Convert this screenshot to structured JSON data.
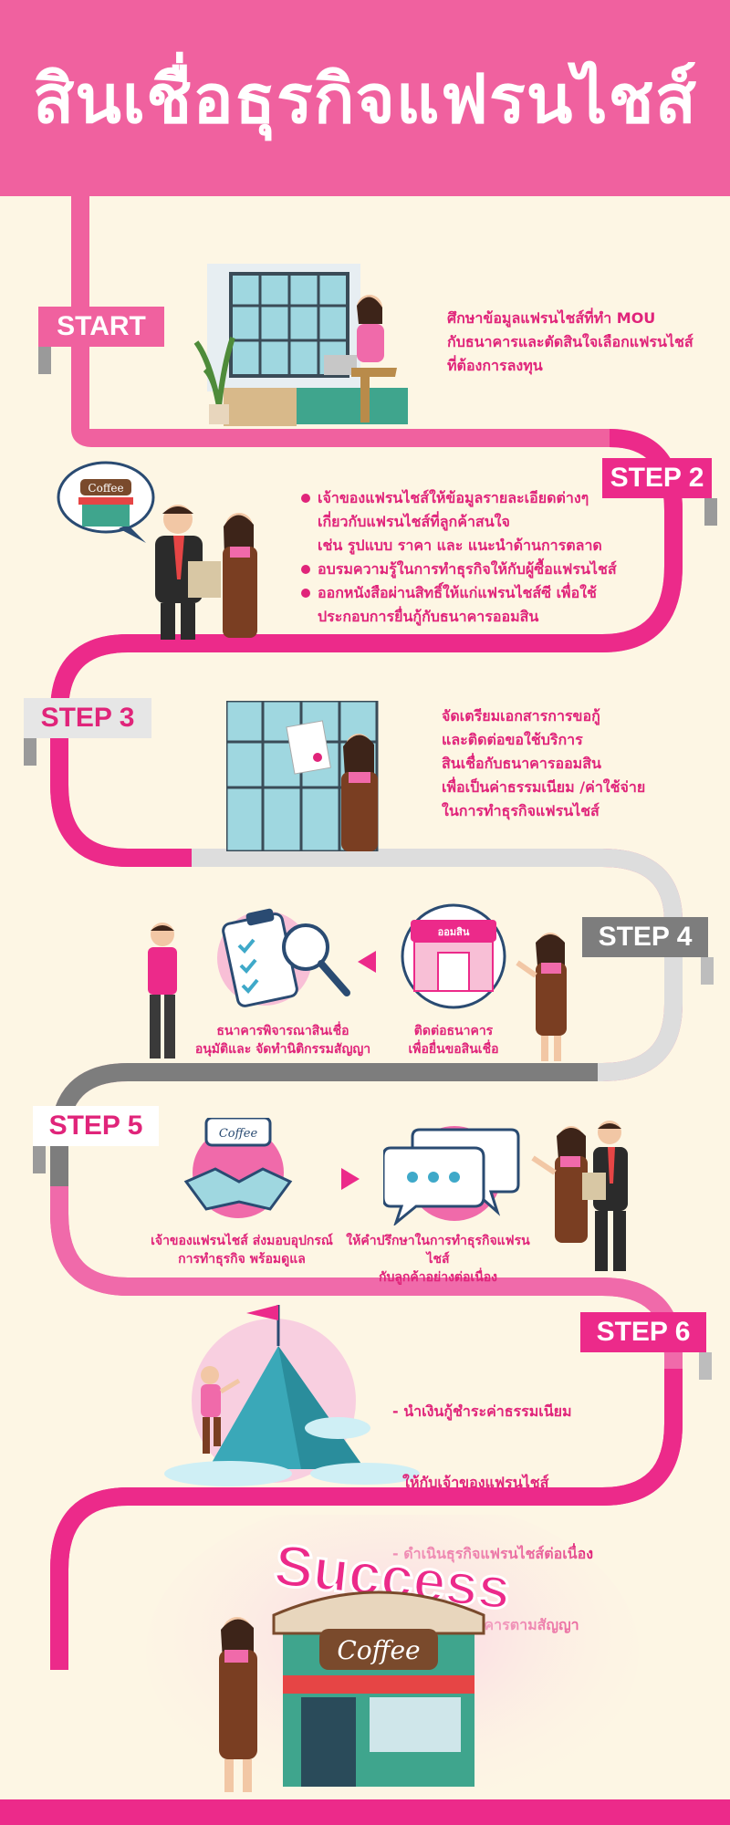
{
  "title": "สินเชื่อธุรกิจแฟรนไชส์",
  "colors": {
    "pink": "#f0619f",
    "magenta": "#e0247a",
    "hotpink": "#ec2a8a",
    "gray": "#7d7d7d",
    "lightgray": "#dddddd",
    "cream": "#fdf6e4"
  },
  "steps": {
    "start": {
      "label": "START",
      "lines": [
        "ศึกษาข้อมูลแฟรนไชส์ที่ทำ MOU",
        "กับธนาคารและตัดสินใจเลือกแฟรนไชส์",
        "ที่ต้องการลงทุน"
      ]
    },
    "step2": {
      "label": "STEP 2",
      "bullets": [
        [
          "เจ้าของแฟรนไชส์ให้ข้อมูลรายละเอียดต่างๆ",
          "เกี่ยวกับแฟรนไชส์ที่ลูกค้าสนใจ",
          "เช่น รูปแบบ ราคา และ แนะนำด้านการตลาด"
        ],
        [
          "อบรมความรู้ในการทำธุรกิจให้กับผู้ซื้อแฟรนไชส์"
        ],
        [
          "ออกหนังสือผ่านสิทธิ์ให้แก่แฟรนไชส์ซี เพื่อใช้",
          "ประกอบการยื่นกู้กับธนาคารออมสิน"
        ]
      ]
    },
    "step3": {
      "label": "STEP 3",
      "lines": [
        "จัดเตรียมเอกสารการขอกู้",
        "และติดต่อขอใช้บริการ",
        "สินเชื่อกับธนาคารออมสิน",
        "เพื่อเป็นค่าธรรมเนียม /ค่าใช้จ่าย",
        "ในการทำธุรกิจแฟรนไชส์"
      ]
    },
    "step4": {
      "label": "STEP 4",
      "bank_sign": "ออมสิน",
      "cap_left": [
        "ธนาคารพิจารณาสินเชื่อ",
        "อนุมัติและ จัดทำนิติกรรมสัญญา"
      ],
      "cap_right": [
        "ติดต่อธนาคาร",
        "เพื่อยื่นขอสินเชื่อ"
      ]
    },
    "step5": {
      "label": "STEP 5",
      "shop_sign": "Coffee",
      "cap_left": [
        "เจ้าของแฟรนไชส์ ส่งมอบอุปกรณ์",
        "การทำธุรกิจ พร้อมดูแล"
      ],
      "cap_right": [
        "ให้คำปรึกษาในการทำธุรกิจแฟรนไชส์",
        "กับลูกค้าอย่างต่อเนื่อง"
      ]
    },
    "step6": {
      "label": "STEP 6",
      "lines": [
        "- นำเงินกู้ชำระค่าธรรมเนียม",
        "  ให้กับเจ้าของแฟรนไชส์",
        "- ดำเนินธุรกิจแฟรนไชส์ต่อเนื่อง",
        "- ชำระหนี้ธนาคารตามสัญญา"
      ]
    },
    "success": {
      "label": "Success",
      "shop_sign": "Coffee"
    }
  },
  "step2_shop_sign": "Coffee"
}
